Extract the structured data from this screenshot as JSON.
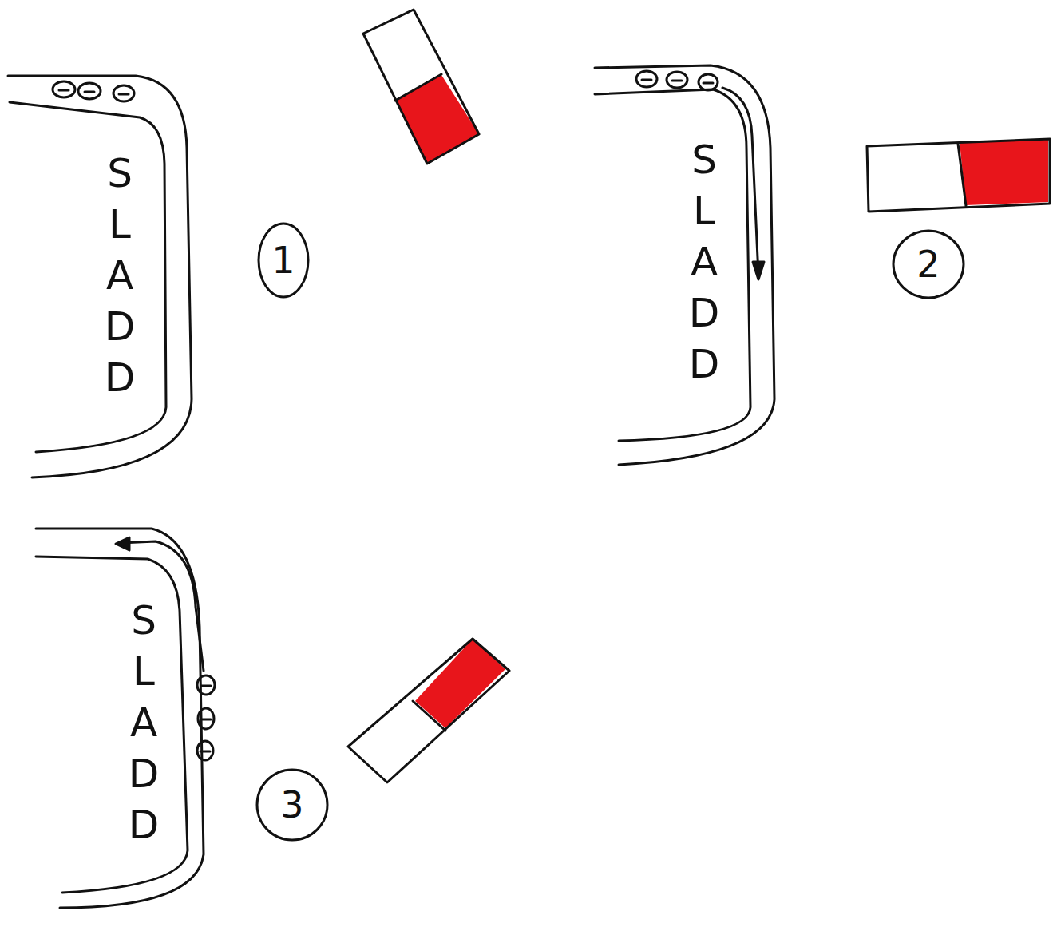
{
  "diagram": {
    "nodes": [
      {
        "text": [
          "SLADD"
        ]
      },
      {
        "text": [
          "1"
        ]
      },
      {
        "text": [
          "SLADD"
        ]
      },
      {
        "text": [
          "2"
        ]
      },
      {
        "text": [
          "SLADD"
        ]
      },
      {
        "text": [
          "3"
        ]
      }
    ]
  }
}
